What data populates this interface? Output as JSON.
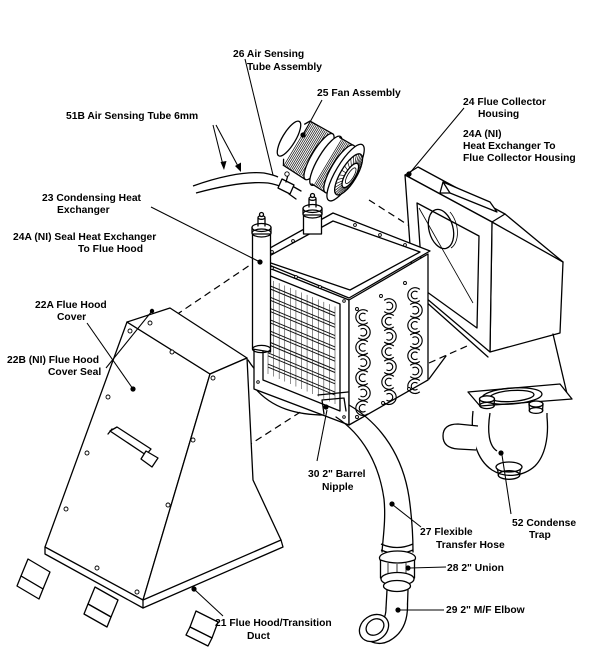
{
  "diagram": {
    "background": "#ffffff",
    "line_color": "#000000",
    "text_color": "#000000",
    "labels": {
      "air_sensing_tube_assembly": {
        "lines": [
          "26 Air Sensing",
          "Tube Assembly"
        ]
      },
      "fan_assembly": {
        "lines": [
          "25 Fan Assembly"
        ]
      },
      "flue_collector_housing": {
        "lines": [
          "24 Flue Collector",
          "Housing"
        ]
      },
      "heat_exchanger_to_flue_collector_housing": {
        "lines": [
          "24A (NI)",
          "Heat Exchanger To",
          "Flue Collector Housing"
        ]
      },
      "air_sensing_tube_6mm": {
        "lines": [
          "51B Air Sensing Tube 6mm"
        ]
      },
      "condensing_heat_exchanger": {
        "lines": [
          "23 Condensing Heat",
          "Exchanger"
        ]
      },
      "seal_heat_exchanger_to_flue_hood": {
        "lines": [
          "24A (NI) Seal Heat Exchanger",
          "To Flue Hood"
        ]
      },
      "flue_hood_cover": {
        "lines": [
          "22A Flue Hood",
          "Cover"
        ]
      },
      "flue_hood_cover_seal": {
        "lines": [
          "22B (NI) Flue Hood",
          "Cover Seal"
        ]
      },
      "barrel_nipple": {
        "lines": [
          "30 2\" Barrel",
          "Nipple"
        ]
      },
      "flexible_transfer_hose": {
        "lines": [
          "27 Flexible",
          "Transfer Hose"
        ]
      },
      "union_2in": {
        "lines": [
          "28 2\" Union"
        ]
      },
      "mf_elbow_2in": {
        "lines": [
          "29 2\" M/F Elbow"
        ]
      },
      "condense_trap": {
        "lines": [
          "52 Condense",
          "Trap"
        ]
      },
      "flue_hood_transition_duct": {
        "lines": [
          "21 Flue Hood/Transition",
          "Duct"
        ]
      }
    }
  }
}
